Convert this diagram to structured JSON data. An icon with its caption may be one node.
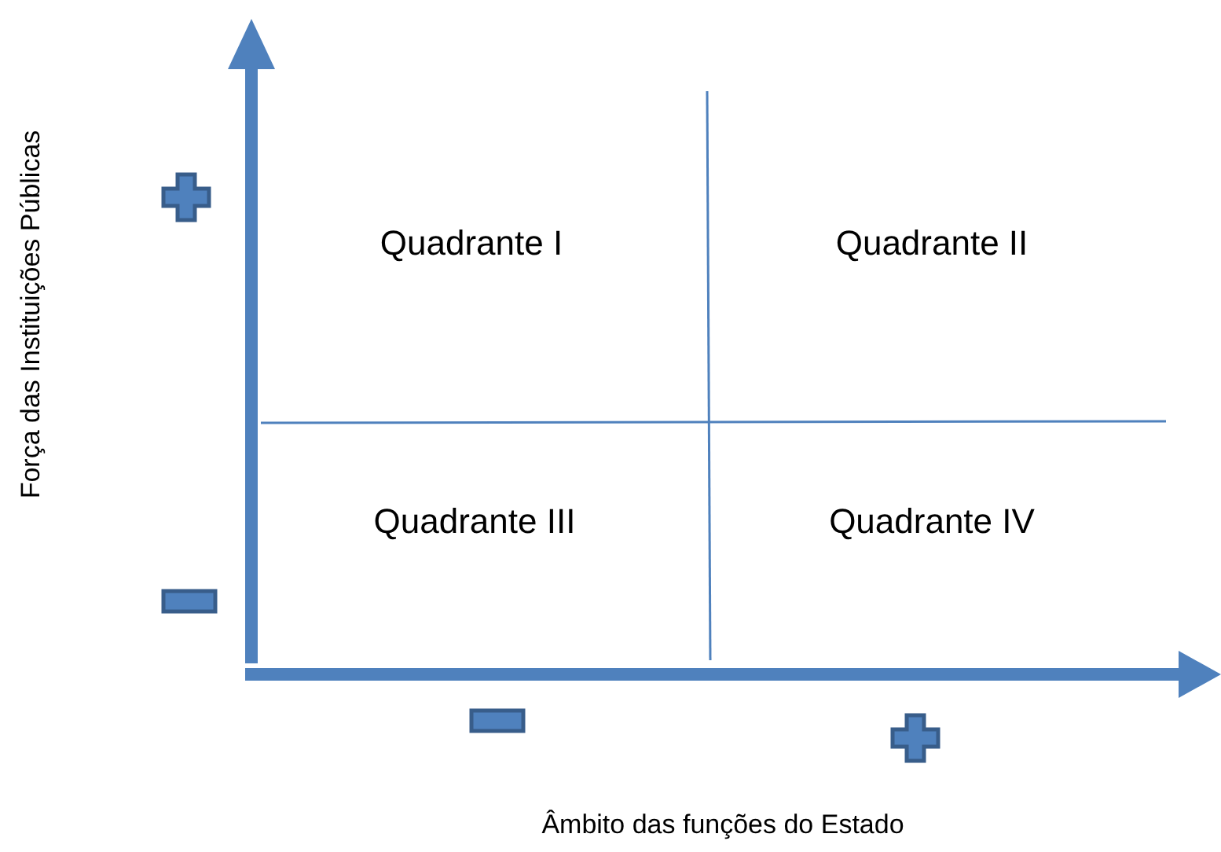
{
  "diagram": {
    "labels": [
      "Força das Instituições Públicas",
      "Quadrante I",
      "Quadrante II",
      "Quadrante III",
      "Quadrante IV",
      "Âmbito das funções do Estado"
    ]
  }
}
